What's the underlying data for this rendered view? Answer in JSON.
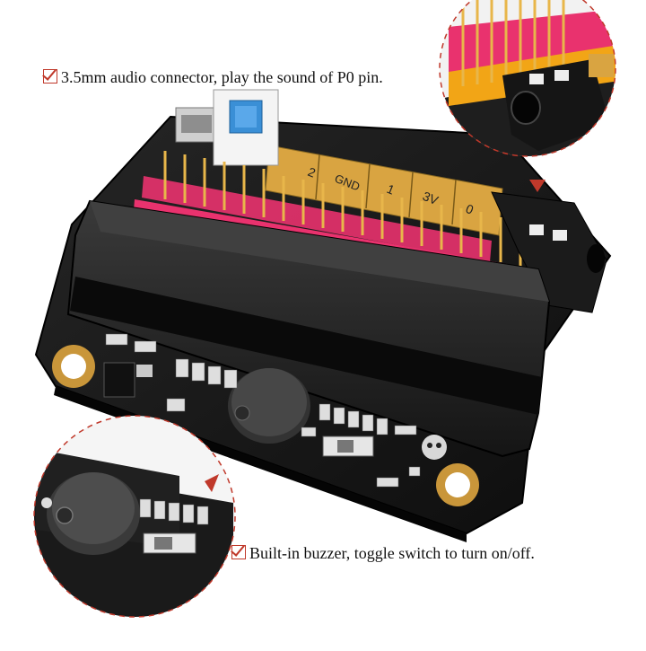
{
  "captions": {
    "audio": "3.5mm audio connector, play the sound of P0 pin.",
    "buzzer": "Built-in buzzer, toggle switch to turn on/off."
  },
  "pin_labels": [
    "2",
    "GND",
    "1",
    "3V",
    "0"
  ],
  "colors": {
    "board": "#1a1a1a",
    "slot": "#2b2b2b",
    "header_yellow": "#f2a516",
    "header_pink": "#e9326e",
    "gold": "#d9a441",
    "button_blue": "#3a8fd6",
    "callout_red": "#c0392b"
  },
  "icons": [
    "checkbox-icon",
    "triangle-pointer-icon"
  ]
}
